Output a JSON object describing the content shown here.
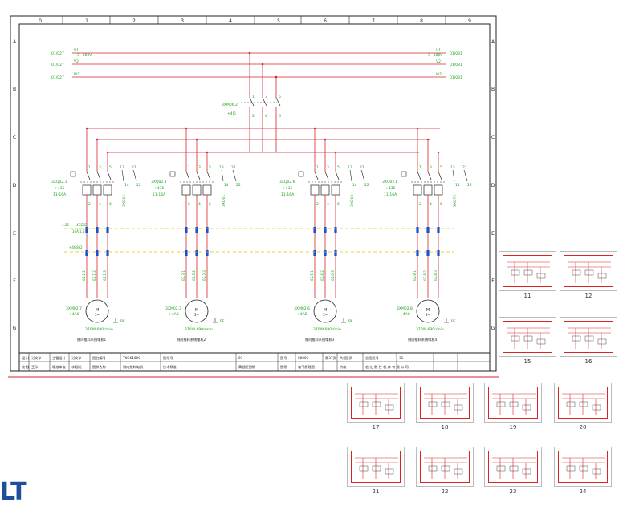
{
  "grid": {
    "cols": [
      "0",
      "1",
      "2",
      "3",
      "4",
      "5",
      "6",
      "7",
      "8",
      "9"
    ],
    "rows": [
      "A",
      "B",
      "C",
      "D",
      "E",
      "F",
      "G"
    ]
  },
  "bus": {
    "left_tags": [
      "01/027",
      "01/027",
      "01/027"
    ],
    "left_phases": [
      "V1",
      "V2",
      "W1"
    ],
    "left_voltage": "3~380V",
    "right_tags": [
      "01/031",
      "01/031",
      "01/031"
    ],
    "right_phases": [
      "V1",
      "V2",
      "W1"
    ],
    "right_voltage": "3~380V"
  },
  "main_switch": {
    "id": "3XM06.2",
    "loc": "+4J5",
    "top_terms": [
      "1",
      "3",
      "5"
    ],
    "bottom_terms": [
      "2",
      "4",
      "6"
    ]
  },
  "units": [
    {
      "breaker": "3XQ02.1",
      "loc": "+435",
      "range": "11-16A",
      "terms_top": [
        "1",
        "3",
        "5",
        "13",
        "21"
      ],
      "terms_bot": [
        "2",
        "4",
        "6",
        "14",
        "22"
      ],
      "aux": "3XQ01",
      "motor": "3XM02.7",
      "motor_loc": "+4A8",
      "rating": "370W  690r/min",
      "pe": "PE",
      "caption": "侧向推料系统电机1"
    },
    {
      "breaker": "3XQ02.3",
      "loc": "+435",
      "range": "11-16A",
      "terms_top": [
        "1",
        "3",
        "5",
        "13",
        "21"
      ],
      "terms_bot": [
        "2",
        "4",
        "6",
        "14",
        "22"
      ],
      "aux": "3XQ01",
      "motor": "3XM02.3",
      "motor_loc": "+4A8",
      "rating": "370W  690r/min",
      "pe": "PE",
      "caption": "侧向推料系统电机2"
    },
    {
      "breaker": "3XQ02.6",
      "loc": "+435",
      "range": "11-16A",
      "terms_top": [
        "1",
        "3",
        "5",
        "13",
        "21"
      ],
      "terms_bot": [
        "2",
        "4",
        "6",
        "14",
        "22"
      ],
      "aux": "3XQ03",
      "motor": "3XM02.6",
      "motor_loc": "+4A8",
      "rating": "370W  690r/min",
      "pe": "PE",
      "caption": "侧向推料系统电机3"
    },
    {
      "breaker": "3XQ02.8",
      "loc": "+435",
      "range": "11-16A",
      "terms_top": [
        "1",
        "3",
        "5",
        "13",
        "21"
      ],
      "terms_bot": [
        "2",
        "4",
        "6",
        "14",
        "22"
      ],
      "aux": "3XQ72",
      "motor": "3XM02.8",
      "motor_loc": "+4A8",
      "rating": "370W  690r/min",
      "pe": "PE",
      "caption": "侧向推料系统电机4"
    }
  ],
  "cable_labels": {
    "row1": "4.25 ~ +4GS02",
    "row1b": "16A/1.5",
    "row2": "+4GS02"
  },
  "title_block": {
    "row1": [
      "设 计",
      "订文辛",
      "主管设计",
      "订文辛",
      "图名编号",
      "TKG6100C",
      "图纸号",
      "03",
      "图号",
      "00001",
      "第37页",
      "共(图)页",
      "总图纸号",
      "31"
    ],
    "row2": [
      "校 核",
      "王华",
      "标准审查",
      "李君院",
      "图样名称",
      "侧向推料电机",
      "技术标准",
      "高低压图纸",
      "图纸",
      "电气原理图",
      "",
      "济南",
      "宏 亿 数 控 机 床 有 限 公 司",
      ""
    ]
  },
  "thumbnails": [
    "11",
    "12",
    "15",
    "16",
    "17",
    "18",
    "19",
    "20",
    "21",
    "22",
    "23",
    "24"
  ],
  "logo_text": "LT",
  "colors": {
    "line": "#d9242b",
    "text": "#1aa31a",
    "frame": "#222222",
    "dash": "#e6c200",
    "blue": "#1b4fd0"
  }
}
